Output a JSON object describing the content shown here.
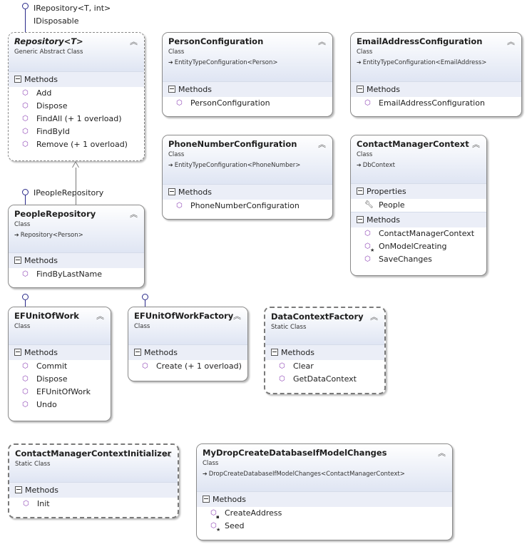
{
  "interfaces": {
    "repository": [
      "IRepository<T, int>",
      "IDisposable"
    ],
    "people_repository": "IPeopleRepository"
  },
  "section_labels": {
    "methods": "Methods",
    "properties": "Properties"
  },
  "classes": {
    "repository": {
      "name": "Repository<T>",
      "kind": "Generic Abstract Class",
      "methods": [
        "Add",
        "Dispose",
        "FindAll (+ 1 overload)",
        "FindById",
        "Remove (+ 1 overload)"
      ]
    },
    "person_configuration": {
      "name": "PersonConfiguration",
      "kind": "Class",
      "base": "EntityTypeConfiguration<Person>",
      "methods": [
        "PersonConfiguration"
      ]
    },
    "email_address_configuration": {
      "name": "EmailAddressConfiguration",
      "kind": "Class",
      "base": "EntityTypeConfiguration<EmailAddress>",
      "methods": [
        "EmailAddressConfiguration"
      ]
    },
    "phone_number_configuration": {
      "name": "PhoneNumberConfiguration",
      "kind": "Class",
      "base": "EntityTypeConfiguration<PhoneNumber>",
      "methods": [
        "PhoneNumberConfiguration"
      ]
    },
    "contact_manager_context": {
      "name": "ContactManagerContext",
      "kind": "Class",
      "base": "DbContext",
      "properties": [
        "People"
      ],
      "methods": [
        "ContactManagerContext",
        "OnModelCreating",
        "SaveChanges"
      ]
    },
    "people_repository": {
      "name": "PeopleRepository",
      "kind": "Class",
      "base": "Repository<Person>",
      "methods": [
        "FindByLastName"
      ]
    },
    "ef_unit_of_work": {
      "name": "EFUnitOfWork",
      "kind": "Class",
      "methods": [
        "Commit",
        "Dispose",
        "EFUnitOfWork",
        "Undo"
      ]
    },
    "ef_unit_of_work_factory": {
      "name": "EFUnitOfWorkFactory",
      "kind": "Class",
      "methods": [
        "Create (+ 1 overload)"
      ]
    },
    "data_context_factory": {
      "name": "DataContextFactory",
      "kind": "Static Class",
      "methods": [
        "Clear",
        "GetDataContext"
      ]
    },
    "contact_manager_context_initializer": {
      "name": "ContactManagerContextInitializer",
      "kind": "Static Class",
      "methods": [
        "Init"
      ]
    },
    "my_drop_create": {
      "name": "MyDropCreateDatabaseIfModelChanges",
      "kind": "Class",
      "base": "DropCreateDatabaseIfModelChanges<ContactManagerContext>",
      "methods": [
        "CreateAddress",
        "Seed"
      ]
    }
  },
  "icons": {
    "method": "method-cube-icon",
    "protected_override": "protected-method-icon",
    "private": "private-method-icon",
    "property": "wrench-icon",
    "collapse": "double-chevron-up-icon",
    "inherit_arrow": "inherit-arrow-icon"
  },
  "glyphs": {
    "method": "⬡",
    "collapse": "︽",
    "arrow": "➔",
    "star": "★",
    "lock": "🔒︎",
    "wrench": "🔧︎"
  },
  "colors": {
    "method_icon": "#8b3fb4",
    "interface_line": "#2a2a8a",
    "header_gradient_end": "#dfe5f3",
    "section_bg": "#ebeef7"
  }
}
